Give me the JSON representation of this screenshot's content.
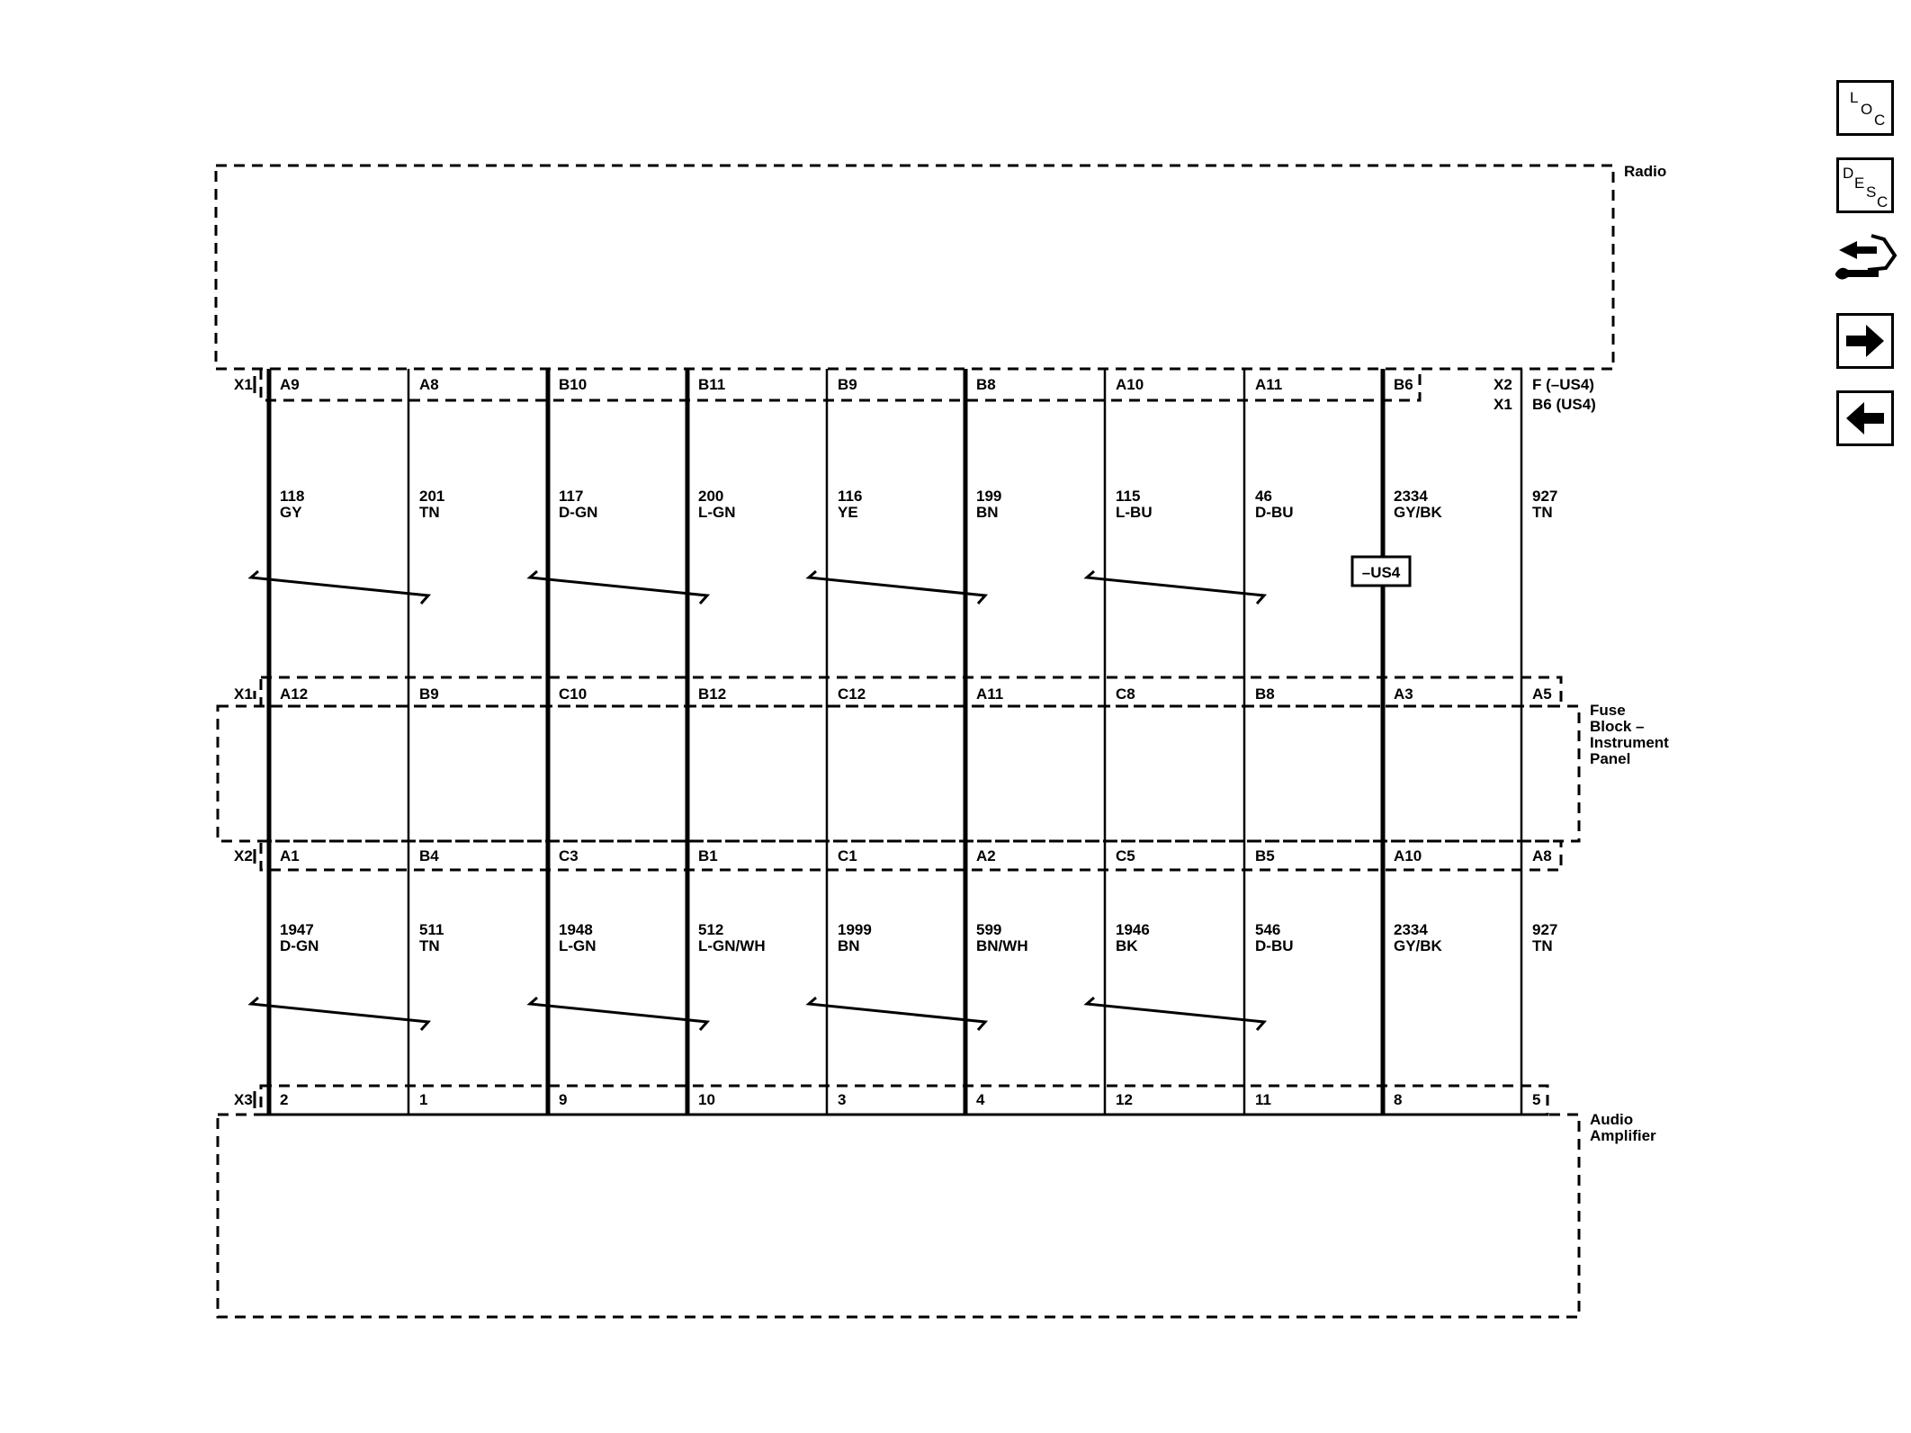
{
  "modules": {
    "radio": "Radio",
    "fuse_block": [
      "Fuse",
      "Block –",
      "Instrument",
      "Panel"
    ],
    "amplifier": [
      "Audio",
      "Amplifier"
    ]
  },
  "connectors": {
    "radio": "X1",
    "radio_alt_x2": "X2",
    "radio_alt_x1": "X1",
    "fuse_top": "X1",
    "fuse_bottom": "X2",
    "amp": "X3"
  },
  "option_badge": "–US4",
  "circuits": [
    {
      "radio_pin": "A9",
      "upper_circuit": "118",
      "upper_color": "GY",
      "fuse_in": "A12",
      "fuse_out": "A1",
      "lower_circuit": "1947",
      "lower_color": "D-GN",
      "amp_pin": "2"
    },
    {
      "radio_pin": "A8",
      "upper_circuit": "201",
      "upper_color": "TN",
      "fuse_in": "B9",
      "fuse_out": "B4",
      "lower_circuit": "511",
      "lower_color": "TN",
      "amp_pin": "1"
    },
    {
      "radio_pin": "B10",
      "upper_circuit": "117",
      "upper_color": "D-GN",
      "fuse_in": "C10",
      "fuse_out": "C3",
      "lower_circuit": "1948",
      "lower_color": "L-GN",
      "amp_pin": "9"
    },
    {
      "radio_pin": "B11",
      "upper_circuit": "200",
      "upper_color": "L-GN",
      "fuse_in": "B12",
      "fuse_out": "B1",
      "lower_circuit": "512",
      "lower_color": "L-GN/WH",
      "amp_pin": "10"
    },
    {
      "radio_pin": "B9",
      "upper_circuit": "116",
      "upper_color": "YE",
      "fuse_in": "C12",
      "fuse_out": "C1",
      "lower_circuit": "1999",
      "lower_color": "BN",
      "amp_pin": "3"
    },
    {
      "radio_pin": "B8",
      "upper_circuit": "199",
      "upper_color": "BN",
      "fuse_in": "A11",
      "fuse_out": "A2",
      "lower_circuit": "599",
      "lower_color": "BN/WH",
      "amp_pin": "4"
    },
    {
      "radio_pin": "A10",
      "upper_circuit": "115",
      "upper_color": "L-BU",
      "fuse_in": "C8",
      "fuse_out": "C5",
      "lower_circuit": "1946",
      "lower_color": "BK",
      "amp_pin": "12"
    },
    {
      "radio_pin": "A11",
      "upper_circuit": "46",
      "upper_color": "D-BU",
      "fuse_in": "B8",
      "fuse_out": "B5",
      "lower_circuit": "546",
      "lower_color": "D-BU",
      "amp_pin": "11"
    },
    {
      "radio_pin": "B6",
      "upper_circuit": "2334",
      "upper_color": "GY/BK",
      "fuse_in": "A3",
      "fuse_out": "A10",
      "lower_circuit": "2334",
      "lower_color": "GY/BK",
      "amp_pin": "8"
    },
    {
      "radio_pin": "F (–US4)",
      "radio_pin_alt": "B6 (US4)",
      "upper_circuit": "927",
      "upper_color": "TN",
      "fuse_in": "A5",
      "fuse_out": "A8",
      "lower_circuit": "927",
      "lower_color": "TN",
      "amp_pin": "5"
    }
  ],
  "nav": {
    "loc": [
      "L",
      "O",
      "C"
    ],
    "desc": [
      "D",
      "E",
      "S",
      "C"
    ],
    "icons": [
      "connector-end-view-icon",
      "next-arrow-icon",
      "previous-arrow-icon"
    ]
  }
}
